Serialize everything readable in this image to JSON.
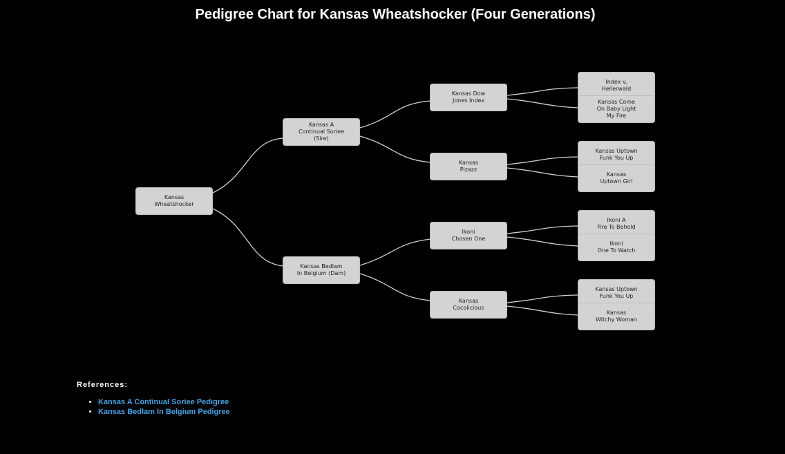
{
  "title": "Pedigree Chart for Kansas Wheatshocker (Four Generations)",
  "pedigree": {
    "subject": "Kansas\nWheatshocker",
    "sire": "Kansas A\nContinual Soriee\n(Sire)",
    "dam": "Kansas Bedlam\nIn Belgium (Dam)",
    "sire_sire": "Kansas Dow\nJones Index",
    "sire_dam": "Kansas\nPizazz",
    "dam_sire": "Ikoni\nChosen One",
    "dam_dam": "Kansas\nCocolicious",
    "ggp": [
      "Index v.\nHellerwald",
      "Kansas Come\nOn Baby Light\nMy Fire",
      "Kansas Uptown\nFunk You Up",
      "Kansas\nUptown Girl",
      "Ikoni A\nFire To Behold",
      "Ikoni\nOne To Watch",
      "Kansas Uptown\nFunk You Up",
      "Kansas\nWitchy Woman"
    ]
  },
  "references": {
    "title": "References:",
    "links": [
      "Kansas A Continual Soriee Pedigree",
      "Kansas Bedlam In Belgium Pedigree"
    ]
  }
}
